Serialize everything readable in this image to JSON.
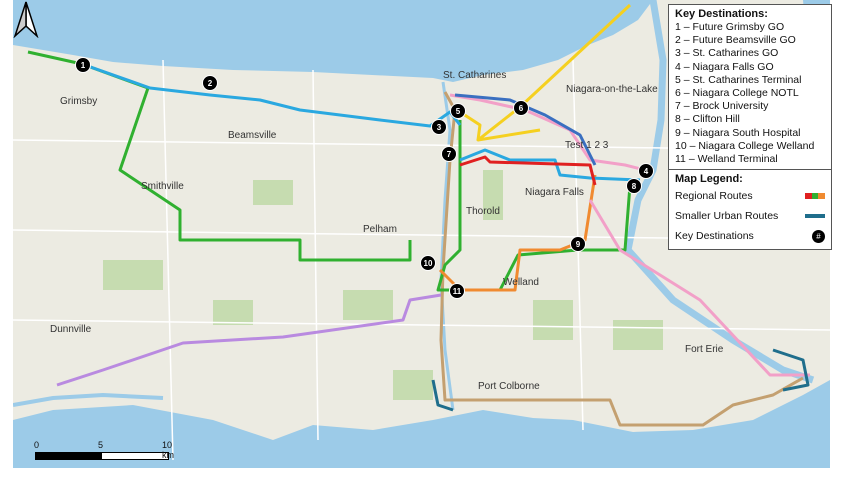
{
  "towns": [
    "Grimsby",
    "Beamsville",
    "St. Catharines",
    "Niagara-on-the-Lake",
    "Smithville",
    "Pelham",
    "Thorold",
    "Niagara Falls",
    "Welland",
    "Fort Erie",
    "Port Colborne",
    "Dunnville",
    "Test 1 2 3"
  ],
  "destinations_title": "Key Destinations:",
  "destinations": [
    {
      "num": "1",
      "label": "1 – Future Grimsby GO"
    },
    {
      "num": "2",
      "label": "2 – Future Beamsville GO"
    },
    {
      "num": "3",
      "label": "3 – St. Catharines GO"
    },
    {
      "num": "4",
      "label": "4 – Niagara Falls GO"
    },
    {
      "num": "5",
      "label": "5 – St. Catharines Terminal"
    },
    {
      "num": "6",
      "label": "6 – Niagara College NOTL"
    },
    {
      "num": "7",
      "label": "7 – Brock University"
    },
    {
      "num": "8",
      "label": "8 – Clifton Hill"
    },
    {
      "num": "9",
      "label": "9 – Niagara South Hospital"
    },
    {
      "num": "10",
      "label": "10 – Niagara College Welland"
    },
    {
      "num": "11",
      "label": "11 – Welland Terminal"
    }
  ],
  "legend": {
    "title": "Map Legend:",
    "regional": "Regional Routes",
    "urban": "Smaller Urban Routes",
    "key": "Key Destinations",
    "key_symbol": "#"
  },
  "scale": {
    "t0": "0",
    "t1": "5",
    "t2": "10 km"
  },
  "colors": {
    "water": "#9ccbe8",
    "land": "#ecebe2",
    "green_area": "#c6dcb0",
    "regional_red": "#e02020",
    "regional_green": "#30b030",
    "regional_orange": "#f08a30",
    "urban": "#1f6e8c",
    "lightblue": "#2aa8e0",
    "pink": "#f2a0c8",
    "darkblue": "#3a6fc0",
    "yellow": "#f5d020",
    "tan": "#c4a070",
    "purple": "#b98ae0"
  }
}
